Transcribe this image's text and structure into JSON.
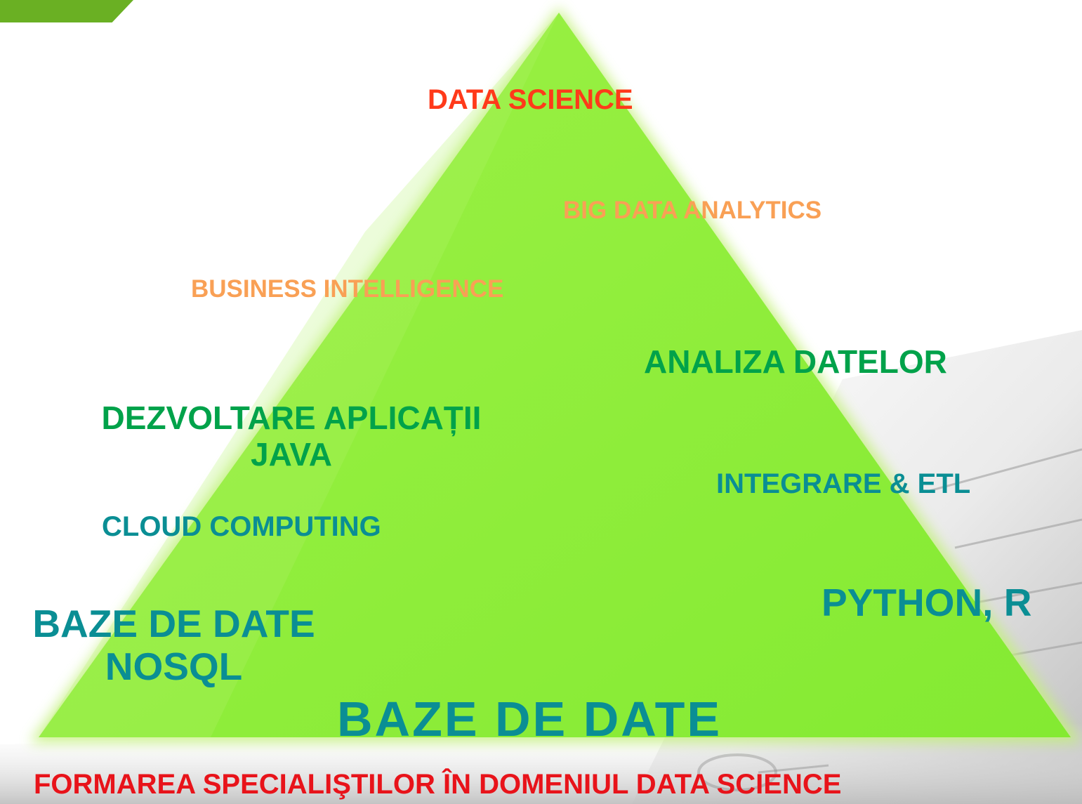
{
  "colors": {
    "corner_tab": "#6ab023",
    "pyramid_fill": "#8fee3a",
    "pyramid_glow": "#c9f58a",
    "red": "#ff3a1a",
    "orange": "#f9a055",
    "green": "#00a24a",
    "teal": "#0a8e94",
    "footer_red": "#e8131a"
  },
  "pyramid": {
    "levels": [
      {
        "id": "data_science",
        "text": "DATA SCIENCE",
        "color": "red"
      },
      {
        "id": "big_data",
        "text": "BIG DATA ANALYTICS",
        "color": "orange"
      },
      {
        "id": "business_intelligence",
        "text": "BUSINESS INTELLIGENCE",
        "color": "orange"
      },
      {
        "id": "analiza",
        "text": "ANALIZA DATELOR",
        "color": "green"
      },
      {
        "id": "dezvoltare",
        "text": "DEZVOLTARE APLICAȚII JAVA",
        "color": "green"
      },
      {
        "id": "integrare",
        "text": "INTEGRARE & ETL",
        "color": "teal"
      },
      {
        "id": "cloud",
        "text": "CLOUD COMPUTING",
        "color": "teal"
      },
      {
        "id": "python",
        "text": "PYTHON, R",
        "color": "teal"
      },
      {
        "id": "nosql",
        "text": "BAZE DE DATE NOSQL",
        "color": "teal"
      },
      {
        "id": "baze_de_date",
        "text": "BAZE DE DATE",
        "color": "teal"
      }
    ]
  },
  "footer": {
    "title": "FORMAREA SPECIALIŞTILOR ÎN DOMENIUL DATA SCIENCE"
  }
}
